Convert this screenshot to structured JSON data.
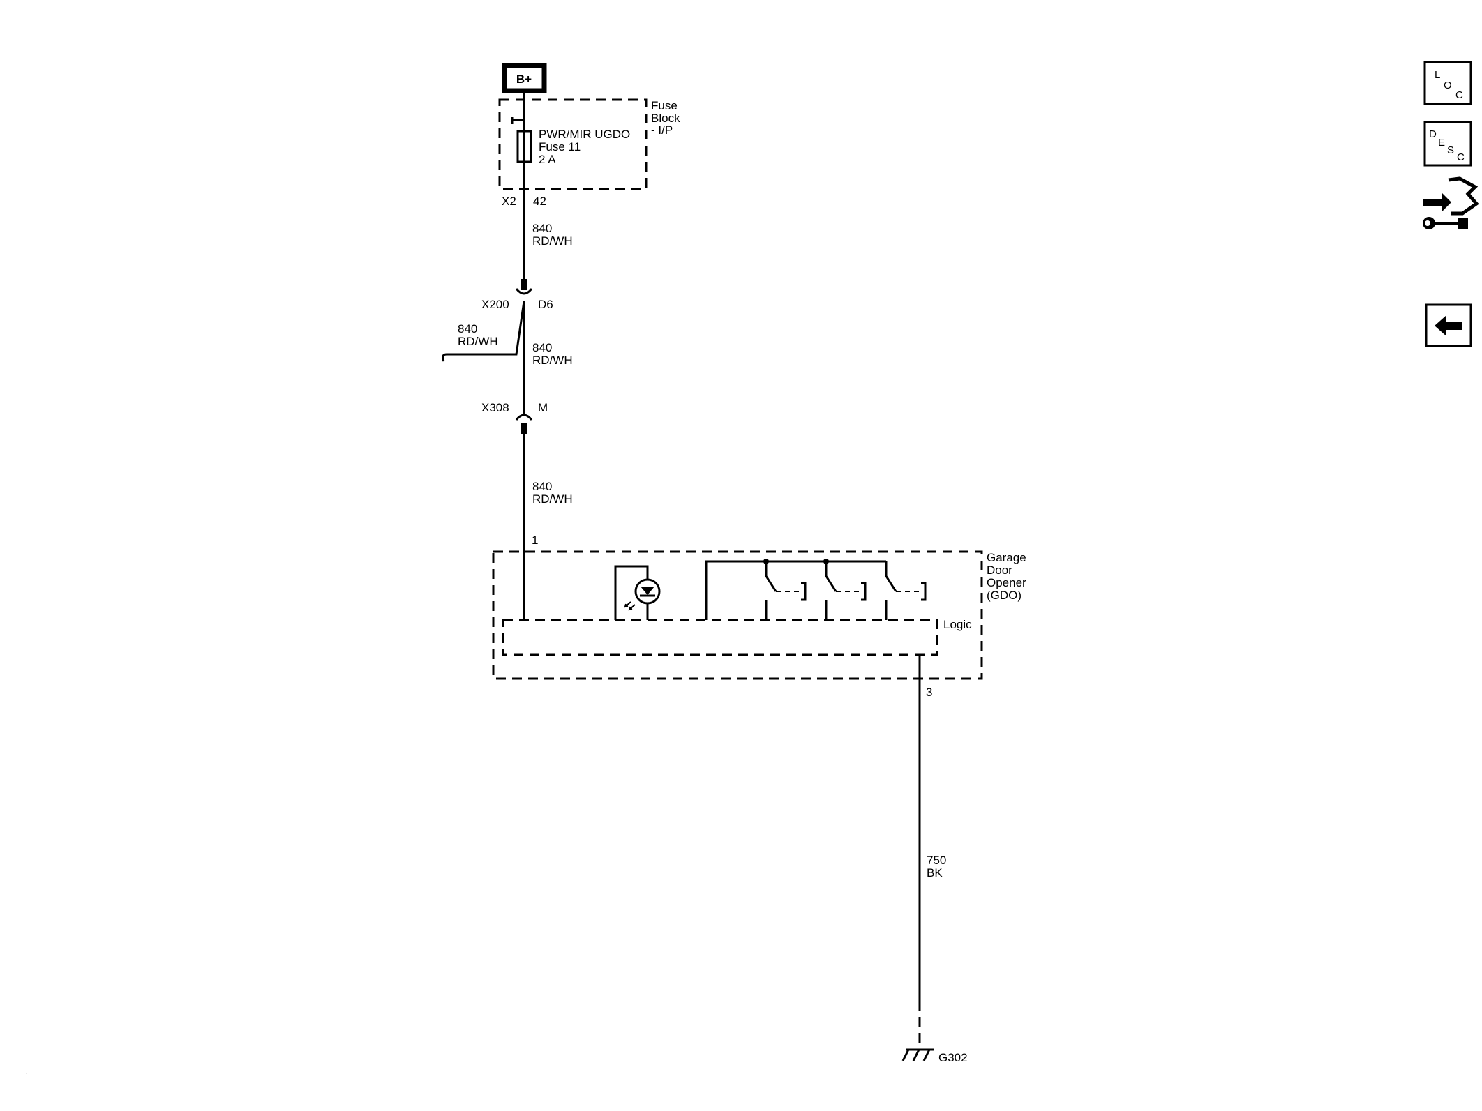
{
  "power": {
    "label": "B+"
  },
  "fuse_block": {
    "name_lines": [
      "Fuse",
      "Block",
      "- I/P"
    ],
    "fuse_lines": [
      "PWR/MIR UGDO",
      "Fuse 11",
      "2 A"
    ],
    "connector": "X2",
    "pin": "42"
  },
  "wires": {
    "seg1": {
      "circuit": "840",
      "color": "RD/WH"
    },
    "branch": {
      "circuit": "840",
      "color": "RD/WH"
    },
    "seg2": {
      "circuit": "840",
      "color": "RD/WH"
    },
    "seg3": {
      "circuit": "840",
      "color": "RD/WH"
    },
    "ground": {
      "circuit": "750",
      "color": "BK"
    }
  },
  "connectors": {
    "x200": {
      "name": "X200",
      "pin": "D6"
    },
    "x308": {
      "name": "X308",
      "pin": "M"
    }
  },
  "gdo": {
    "name_lines": [
      "Garage",
      "Door",
      "Opener",
      "(GDO)"
    ],
    "logic_label": "Logic",
    "pin_power": "1",
    "pin_ground": "3"
  },
  "ground": {
    "name": "G302"
  },
  "nav": {
    "loc": {
      "l1": "L",
      "l2": "O",
      "l3": "C"
    },
    "desc": {
      "l1": "D",
      "l2": "E",
      "l3": "S",
      "l4": "C"
    }
  }
}
